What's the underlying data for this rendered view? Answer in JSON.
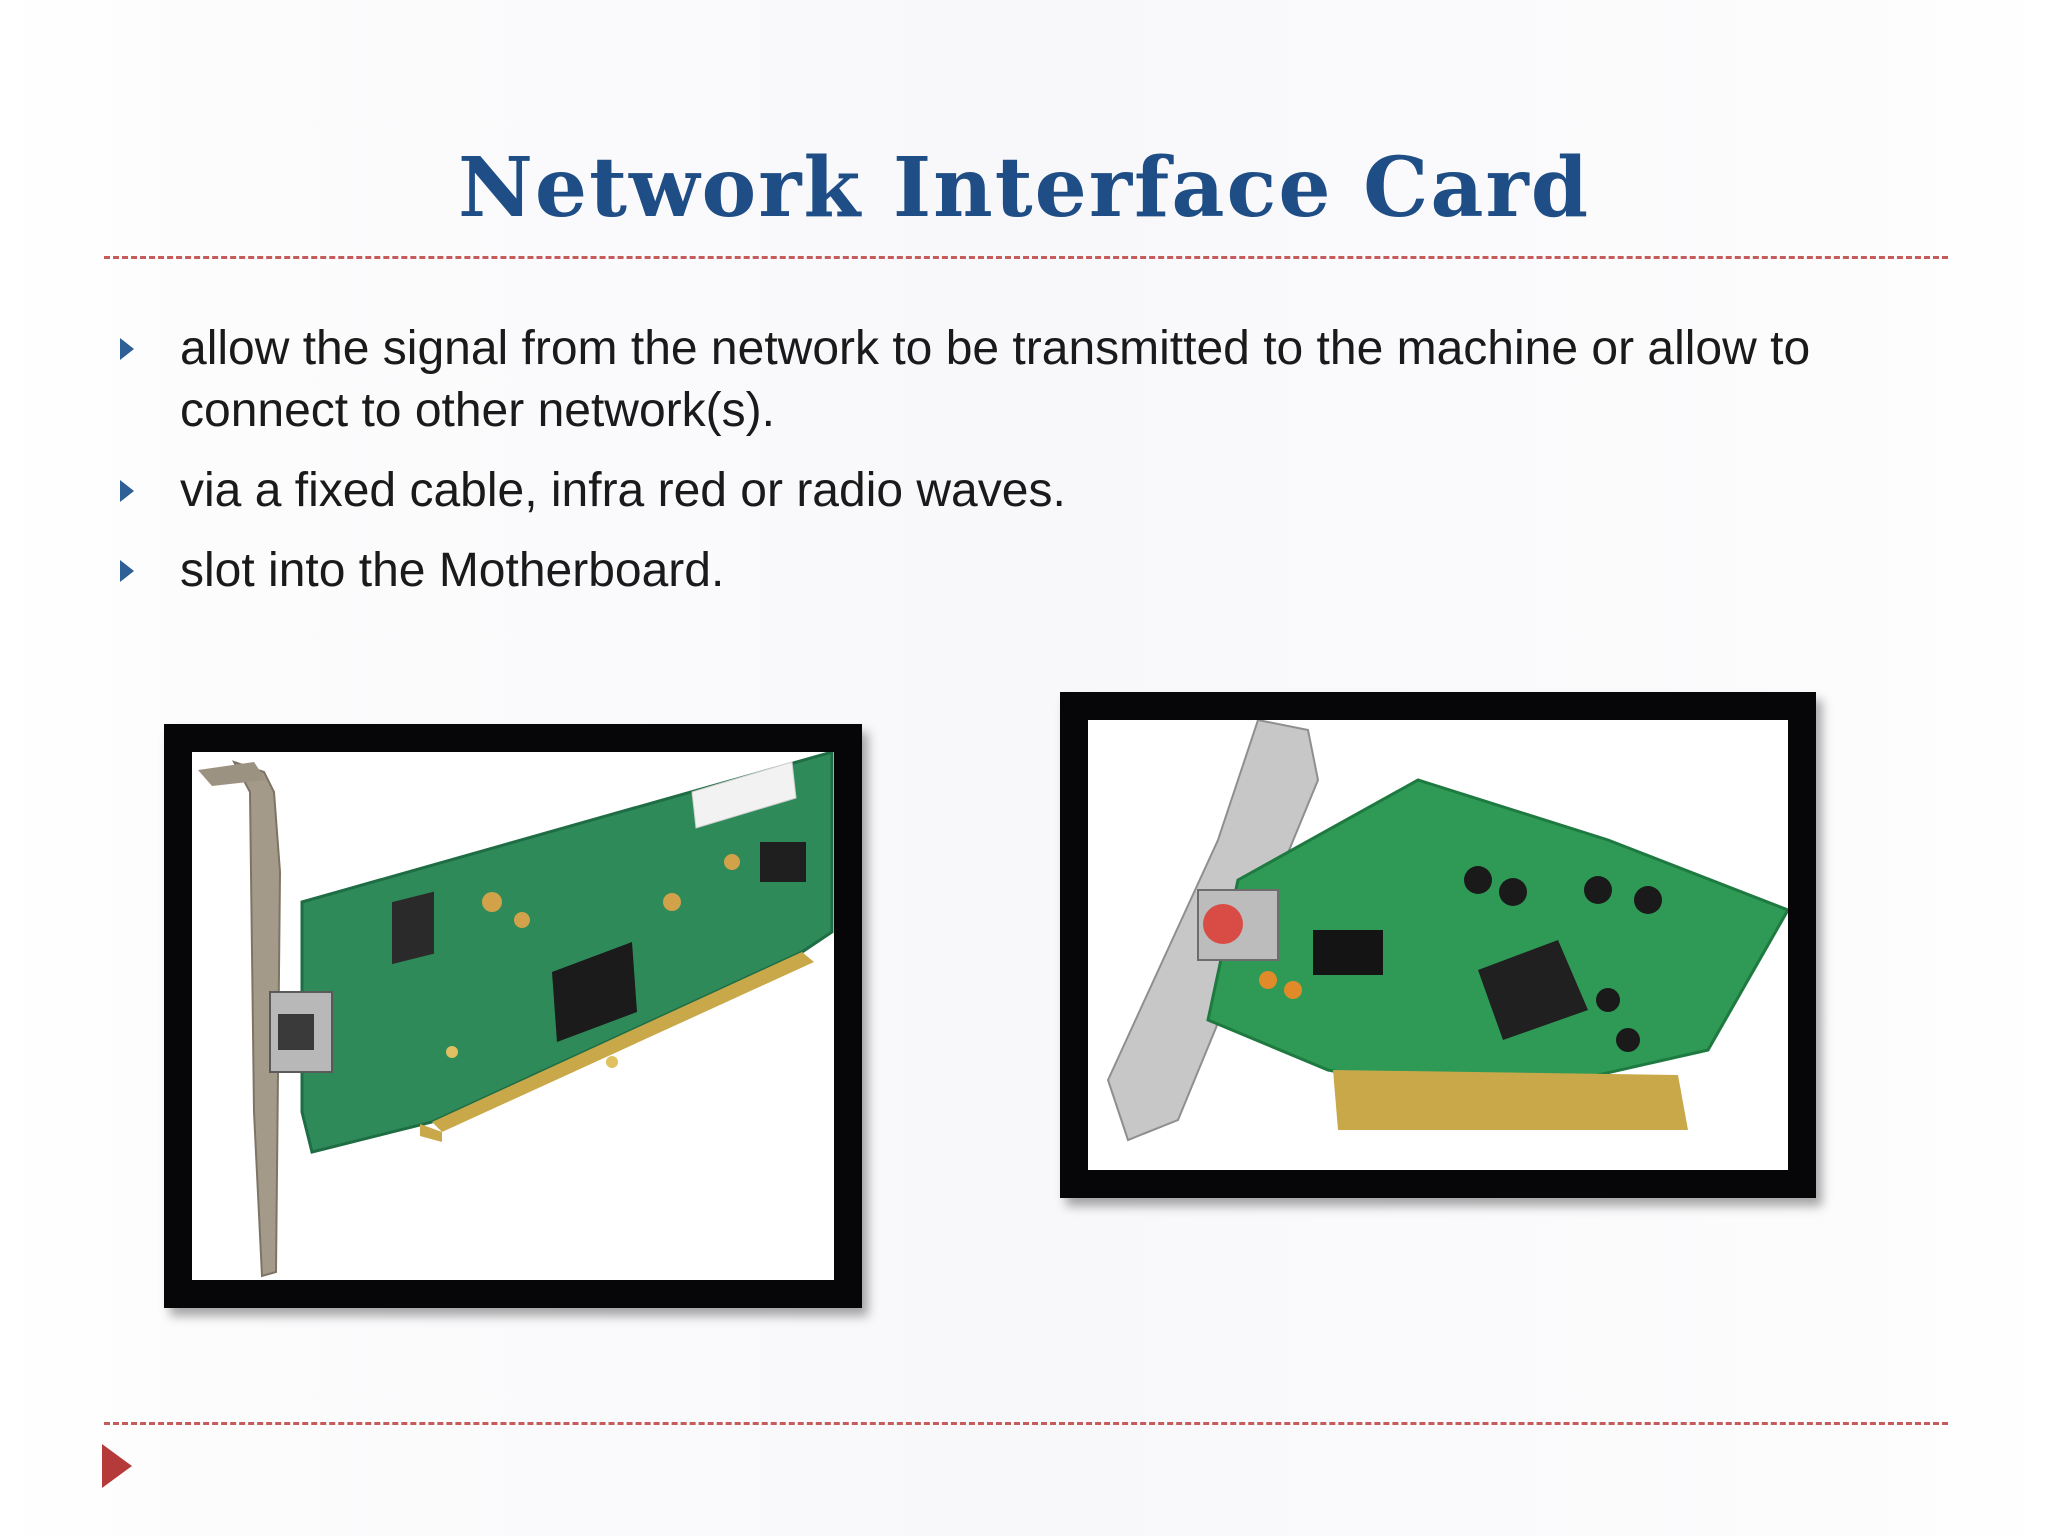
{
  "slide": {
    "title": "Network Interface Card",
    "bullets": [
      "allow the signal from the network to be transmitted to the machine or allow to connect to other network(s).",
      "via a fixed cable, infra red or radio waves.",
      "slot into the Motherboard."
    ],
    "images": [
      {
        "subject": "network-interface-card-photo",
        "description_icon": "nic-card-icon"
      },
      {
        "subject": "network-interface-card-photo",
        "description_icon": "nic-card-icon"
      }
    ]
  },
  "colors": {
    "title": "#1f4e86",
    "bullet_marker": "#2f5f97",
    "divider": "#c65b5b",
    "nav_arrow": "#b53a3a",
    "card_pcb": "#2f8a5a",
    "frame": "#060608"
  },
  "icons": {
    "bullet": "triangle-right-icon",
    "navigation": "next-slide-arrow-icon"
  }
}
